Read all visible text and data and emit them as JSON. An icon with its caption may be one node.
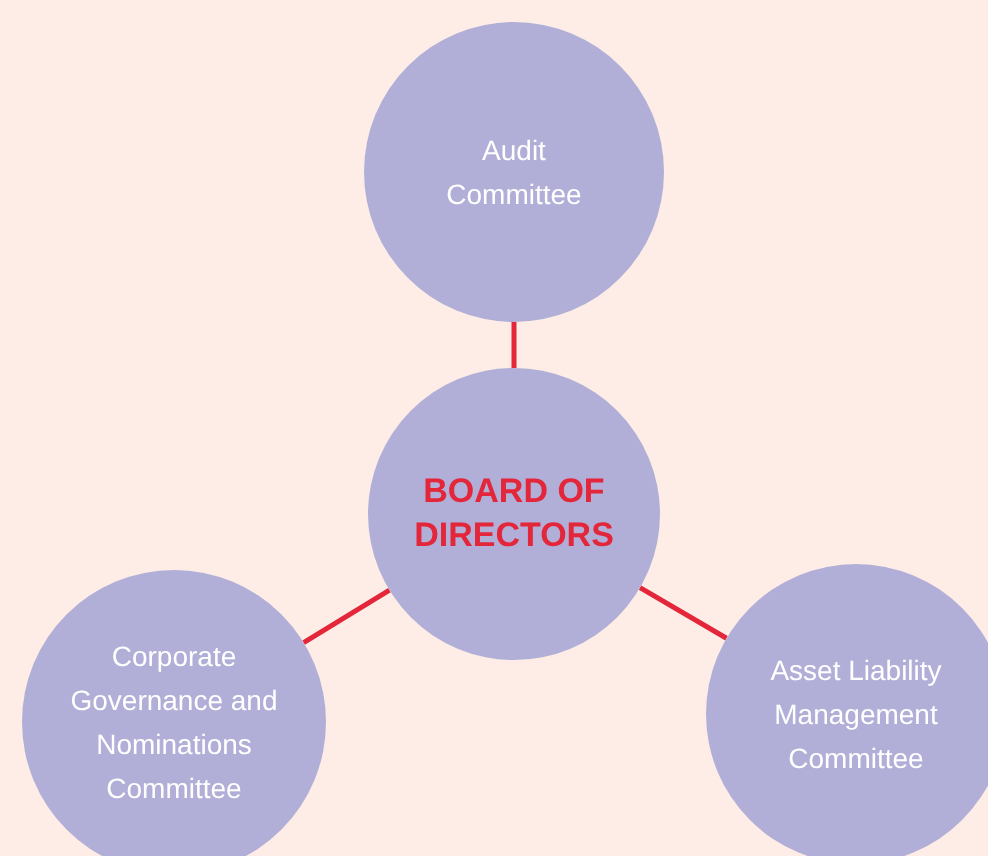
{
  "diagram": {
    "nodes": [
      {
        "text": [
          "Audit Committee"
        ]
      },
      {
        "text": [
          "BOARD OF DIRECTORS"
        ]
      },
      {
        "text": [
          "Corporate Governance and Nominations Committee"
        ]
      },
      {
        "text": [
          "Asset Liability Management Committee"
        ]
      }
    ],
    "edges": [
      {
        "from": 0,
        "to": 1,
        "arrow": "none"
      },
      {
        "from": 1,
        "to": 2,
        "arrow": "none"
      },
      {
        "from": 1,
        "to": 3,
        "arrow": "none"
      }
    ]
  }
}
